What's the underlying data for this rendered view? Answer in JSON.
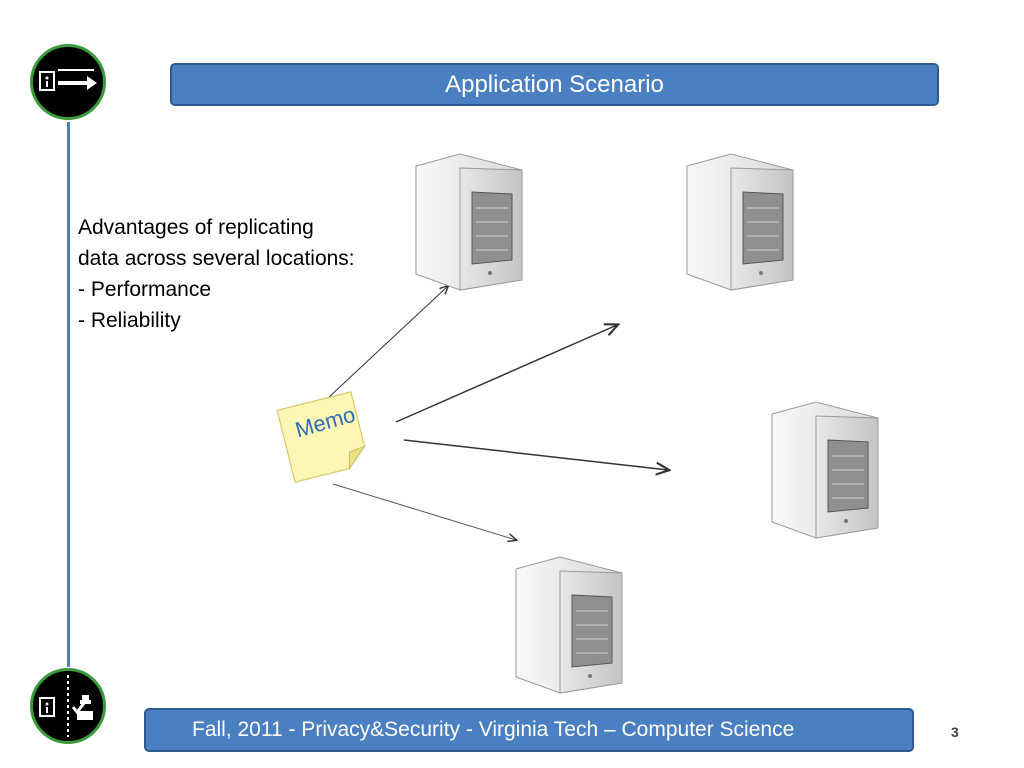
{
  "header": {
    "title": "Application Scenario"
  },
  "content": {
    "lines": [
      "Advantages of replicating",
      "data across several locations:",
      "- Performance",
      "- Reliability"
    ]
  },
  "memo": {
    "label": "Memo"
  },
  "footer": {
    "text": "Fall, 2011  - Privacy&Security  - Virginia Tech – Computer Science",
    "page_number": "3"
  },
  "colors": {
    "accent": "#4a7fc1",
    "accent_border": "#2f5a8f",
    "circle_ring": "#3c9b3c",
    "memo_text": "#2f6fb3"
  },
  "icons": [
    "document-exit-icon",
    "document-check-icon",
    "server-icon",
    "sticky-note-icon"
  ]
}
